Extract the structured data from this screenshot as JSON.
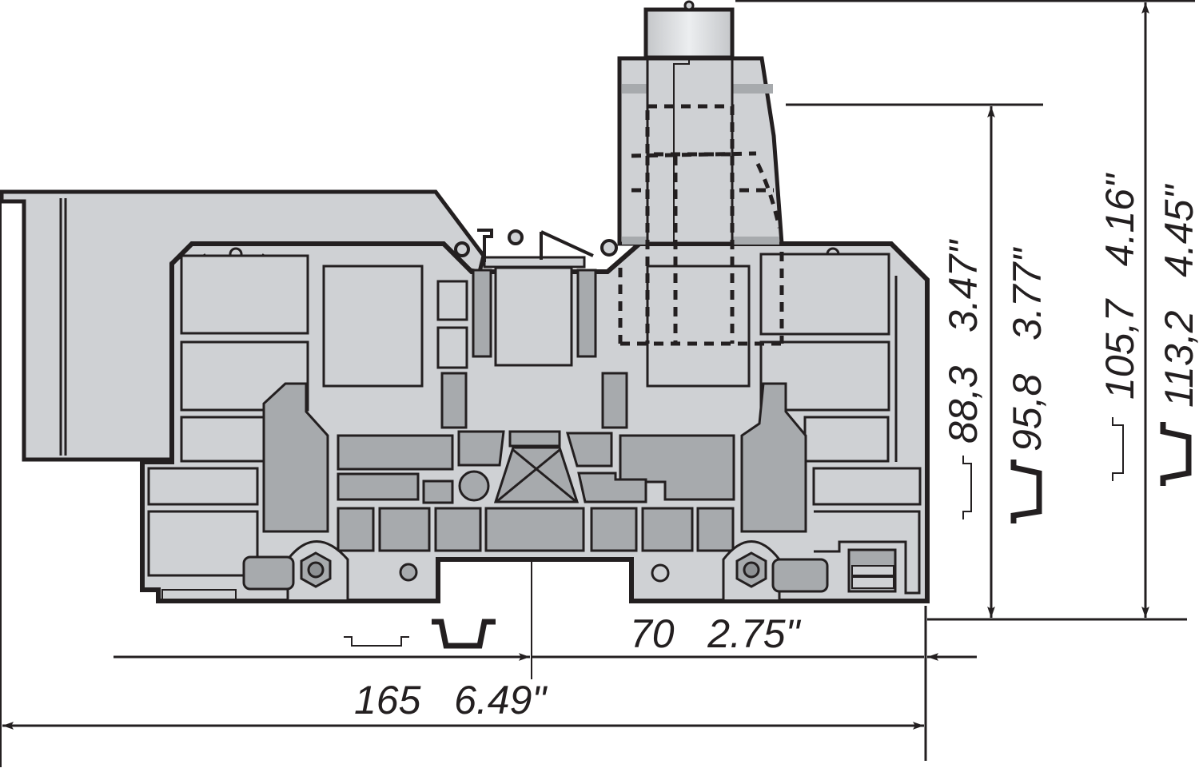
{
  "drawing": {
    "subject": "Fuse terminal block with hinged fuse holder — side view dimensions",
    "colors": {
      "body": "#cfd1d4",
      "body_dark": "#a7aaad",
      "outline": "#231f20",
      "background": "#ffffff",
      "fuse_cap_light": "#eceef0",
      "fuse_cap_dark": "#c4c6c9"
    }
  },
  "dimensions": {
    "horizontal": [
      {
        "id": "rail_center_to_right",
        "metric": "70",
        "imperial": "2.75\"",
        "metric_unit": "mm"
      },
      {
        "id": "overall_length",
        "metric": "165",
        "imperial": "6.49\"",
        "metric_unit": "mm"
      }
    ],
    "vertical": [
      {
        "id": "height_body_ts35x7_5",
        "rail": "TS35x7.5",
        "metric": "88,3",
        "imperial": "3.47\""
      },
      {
        "id": "height_body_ts35x15",
        "rail": "TS35x15",
        "metric": "95,8",
        "imperial": "3.77\""
      },
      {
        "id": "height_total_ts35x7_5",
        "rail": "TS35x7.5",
        "metric": "105,7",
        "imperial": "4.16\""
      },
      {
        "id": "height_total_ts35x15",
        "rail": "TS35x15",
        "metric": "113,2",
        "imperial": "4.45\""
      }
    ]
  },
  "labels": {
    "h70": "70   2.75\"",
    "h165": "165   6.49\"",
    "v88": "88,3   3.47\"",
    "v95": "95,8   3.77\"",
    "v105": "105,7   4.16\"",
    "v113": "113,2   4.45\""
  },
  "rail_icons": [
    {
      "name": "din-rail-shallow-icon",
      "meaning": "TS35x7.5 rail"
    },
    {
      "name": "din-rail-deep-icon",
      "meaning": "TS35x15 rail"
    }
  ]
}
